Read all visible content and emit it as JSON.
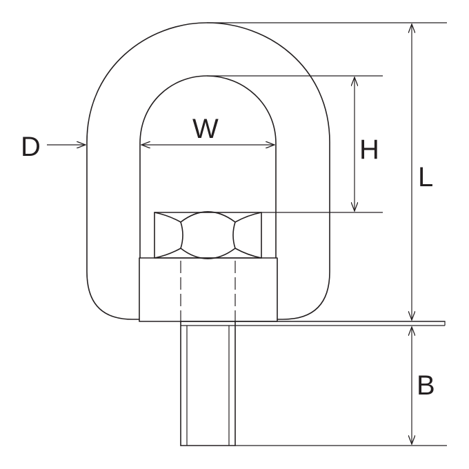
{
  "diagram": {
    "labels": {
      "D": "D",
      "W": "W",
      "H": "H",
      "L": "L",
      "B": "B"
    },
    "colors": {
      "ink": "#231f20",
      "background": "#ffffff"
    }
  }
}
